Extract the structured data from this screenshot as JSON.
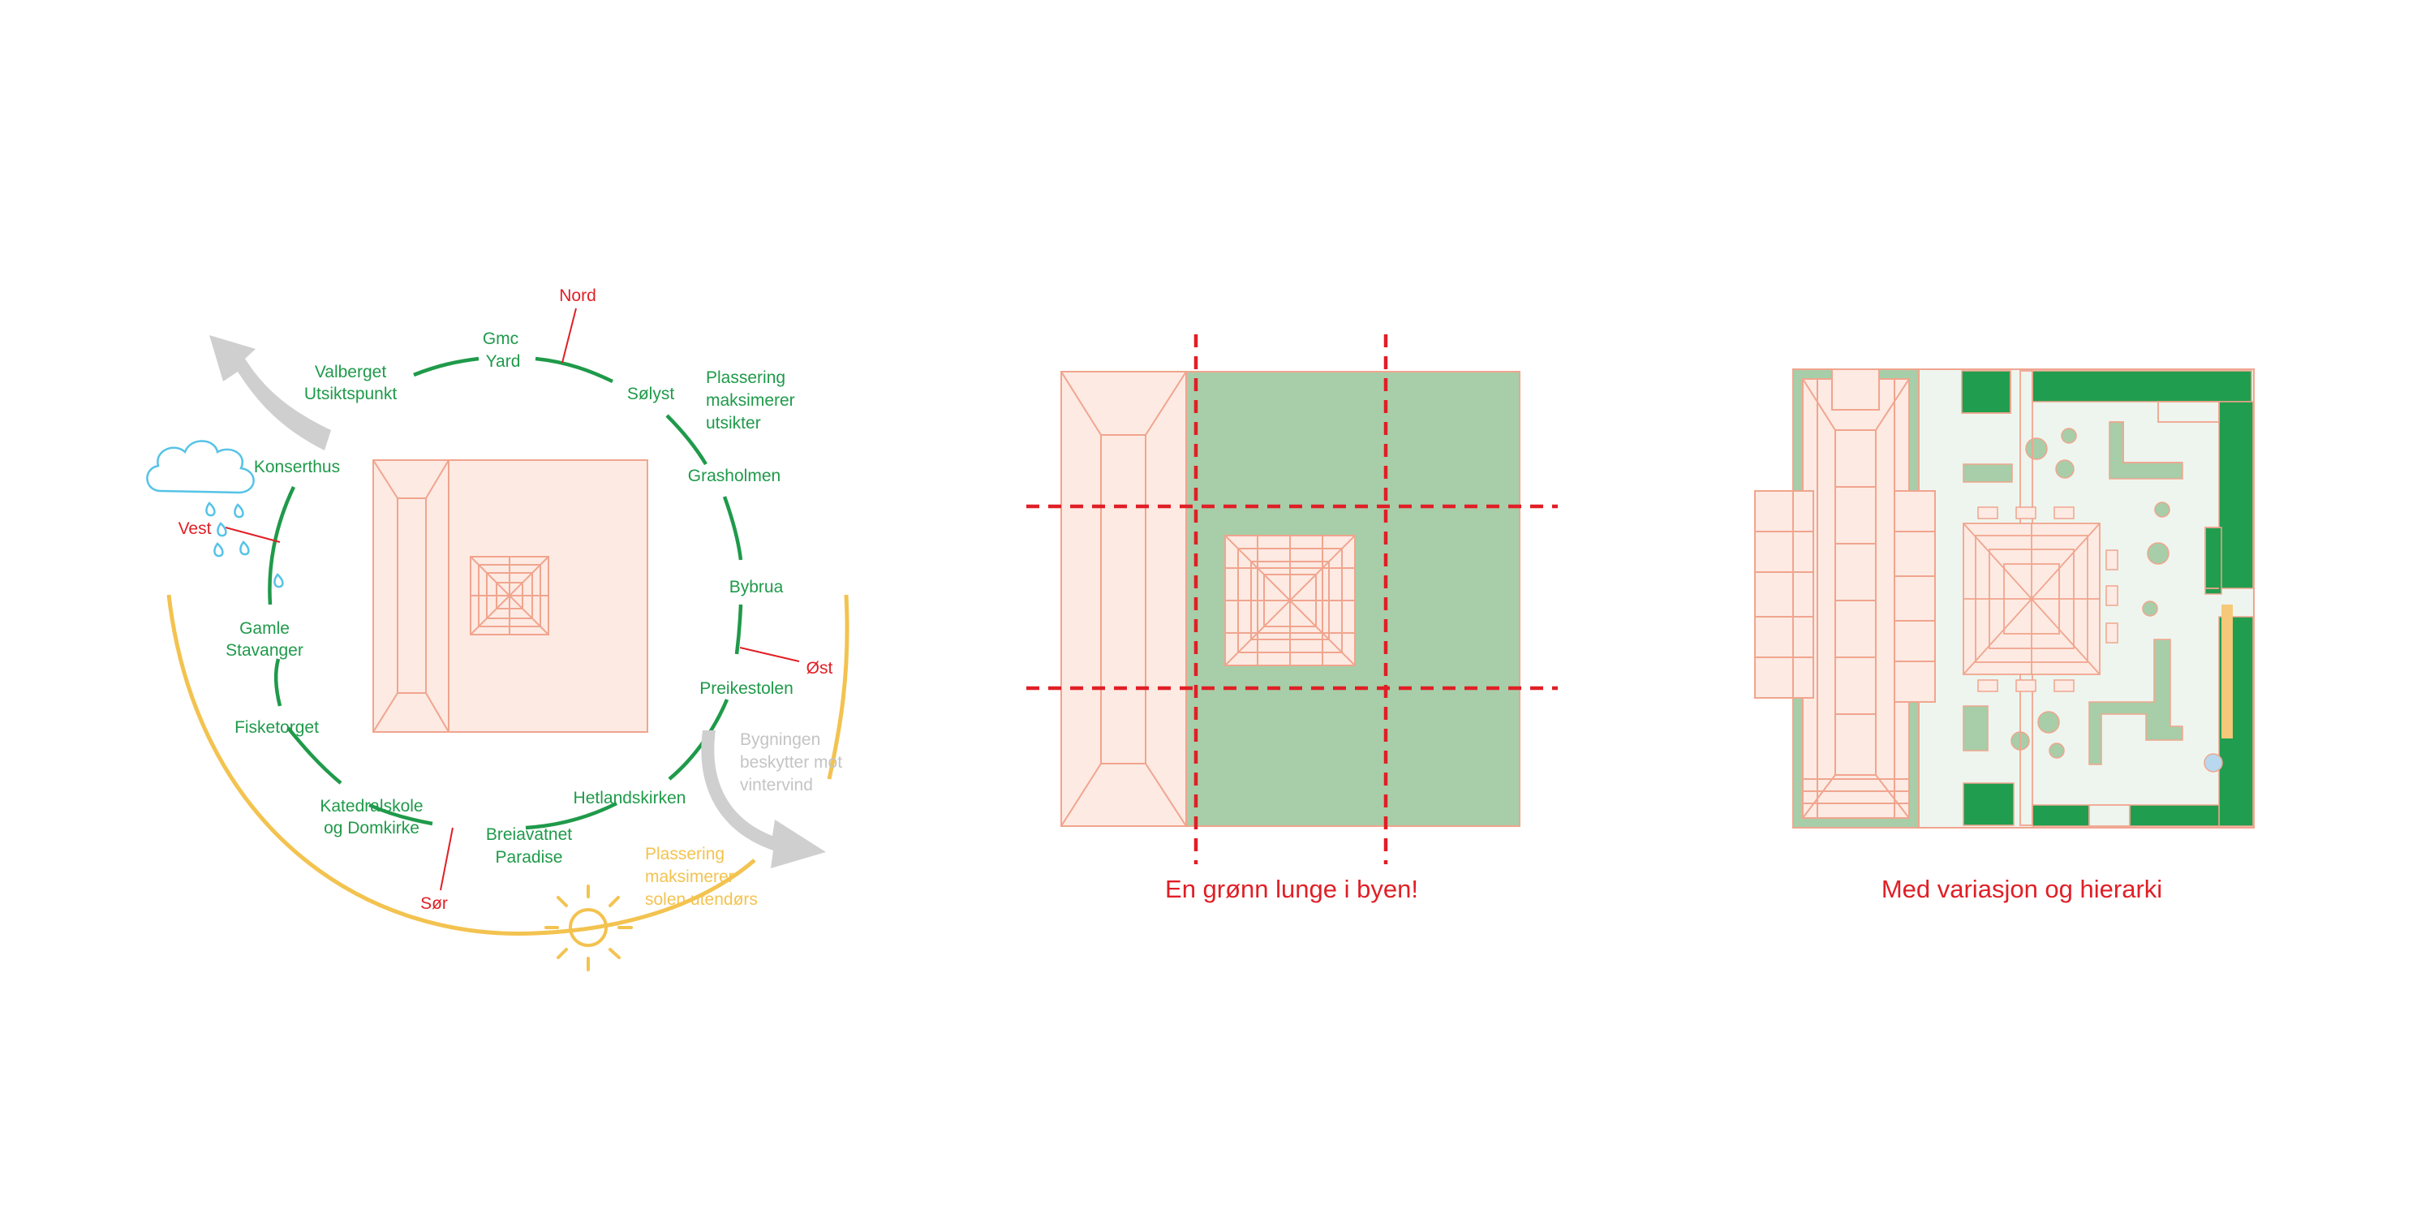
{
  "colors": {
    "green": "#1f9a4a",
    "light_green": "#a7cea8",
    "red": "#e01f26",
    "salmon": "#f0a58e",
    "salmon_fill": "#fdeae3",
    "yellow": "#f3c350",
    "blue": "#55c3e6",
    "grey": "#c7c7c7",
    "dark_green": "#219d4f"
  },
  "diagram1": {
    "compass": {
      "nord": "Nord",
      "vest": "Vest",
      "ost": "Øst",
      "sor": "Sør"
    },
    "places": {
      "gmc_1": "Gmc",
      "gmc_2": "Yard",
      "solyst": "Sølyst",
      "valberget_1": "Valberget",
      "valberget_2": "Utsiktspunkt",
      "konserthus": "Konserthus",
      "grasholmen": "Grasholmen",
      "bybrua": "Bybrua",
      "gamle_1": "Gamle",
      "gamle_2": "Stavanger",
      "preikestolen": "Preikestolen",
      "fisketorget": "Fisketorget",
      "hetlandskirken": "Hetlandskirken",
      "katedral_1": "Katedralskole",
      "katedral_2": "og Domkirke",
      "breiavatnet_1": "Breiavatnet",
      "breiavatnet_2": "Paradise"
    },
    "notes": {
      "views_1": "Plassering",
      "views_2": "maksimerer",
      "views_3": "utsikter",
      "wind_1": "Bygningen",
      "wind_2": "beskytter mot",
      "wind_3": "vintervind",
      "sun_1": "Plassering",
      "sun_2": "maksimerer",
      "sun_3": "solen utendørs"
    }
  },
  "diagram2": {
    "caption": "En grønn lunge i byen!"
  },
  "diagram3": {
    "caption": "Med variasjon og hierarki"
  }
}
